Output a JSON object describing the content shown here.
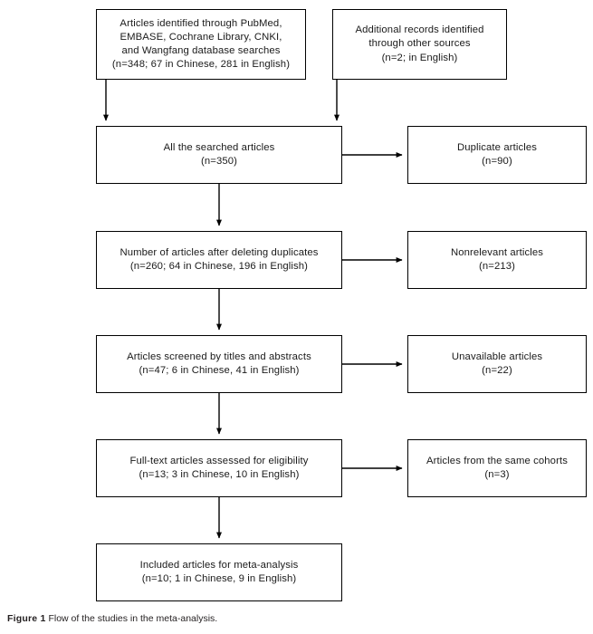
{
  "figure": {
    "caption_label": "Figure 1",
    "caption_text": "Flow of the studies in the meta-analysis.",
    "line_color": "#000000",
    "background_color": "#ffffff",
    "text_color": "#1a1a1a"
  },
  "chart_data": {
    "type": "diagram",
    "title": "Flow of the studies in the meta-analysis.",
    "diagram_kind": "PRISMA flow diagram",
    "nodes": [
      {
        "id": "identified-databases",
        "column": "main",
        "stage": 1,
        "text": "Articles identified through PubMed,\nEMBASE, Cochrane Library, CNKI,\nand Wangfang database searches\n(n=348; 67 in Chinese, 281 in English)",
        "n": 348,
        "breakdown": {
          "Chinese": 67,
          "English": 281
        }
      },
      {
        "id": "identified-other-sources",
        "column": "top-right",
        "stage": 1,
        "text": "Additional records identified\nthrough other sources\n(n=2; in English)",
        "n": 2,
        "breakdown": {
          "English": 2
        }
      },
      {
        "id": "all-searched",
        "column": "main",
        "stage": 2,
        "text": "All the searched articles\n(n=350)",
        "n": 350
      },
      {
        "id": "duplicates-removed",
        "column": "right",
        "stage": 2,
        "text": "Duplicate articles\n(n=90)",
        "n": 90
      },
      {
        "id": "after-deleting-duplicates",
        "column": "main",
        "stage": 3,
        "text": "Number of articles after deleting duplicates\n(n=260; 64 in Chinese, 196 in English)",
        "n": 260,
        "breakdown": {
          "Chinese": 64,
          "English": 196
        }
      },
      {
        "id": "nonrelevant",
        "column": "right",
        "stage": 3,
        "text": "Nonrelevant articles\n(n=213)",
        "n": 213
      },
      {
        "id": "screened-titles-abstracts",
        "column": "main",
        "stage": 4,
        "text": "Articles screened by titles and abstracts\n(n=47; 6 in Chinese, 41 in English)",
        "n": 47,
        "breakdown": {
          "Chinese": 6,
          "English": 41
        }
      },
      {
        "id": "unavailable",
        "column": "right",
        "stage": 4,
        "text": "Unavailable articles\n(n=22)",
        "n": 22
      },
      {
        "id": "fulltext-eligibility",
        "column": "main",
        "stage": 5,
        "text": "Full-text articles assessed for eligibility\n(n=13; 3 in Chinese, 10 in English)",
        "n": 13,
        "breakdown": {
          "Chinese": 3,
          "English": 10
        }
      },
      {
        "id": "same-cohorts",
        "column": "right",
        "stage": 5,
        "text": "Articles from the same cohorts\n(n=3)",
        "n": 3
      },
      {
        "id": "included-meta-analysis",
        "column": "main",
        "stage": 6,
        "text": "Included articles for meta-analysis\n(n=10; 1 in Chinese, 9 in English)",
        "n": 10,
        "breakdown": {
          "Chinese": 1,
          "English": 9
        }
      }
    ],
    "edges": [
      {
        "from": "identified-databases",
        "to": "all-searched",
        "direction": "down"
      },
      {
        "from": "identified-other-sources",
        "to": "all-searched",
        "direction": "down"
      },
      {
        "from": "all-searched",
        "to": "duplicates-removed",
        "direction": "right"
      },
      {
        "from": "all-searched",
        "to": "after-deleting-duplicates",
        "direction": "down"
      },
      {
        "from": "after-deleting-duplicates",
        "to": "nonrelevant",
        "direction": "right"
      },
      {
        "from": "after-deleting-duplicates",
        "to": "screened-titles-abstracts",
        "direction": "down"
      },
      {
        "from": "screened-titles-abstracts",
        "to": "unavailable",
        "direction": "right"
      },
      {
        "from": "screened-titles-abstracts",
        "to": "fulltext-eligibility",
        "direction": "down"
      },
      {
        "from": "fulltext-eligibility",
        "to": "same-cohorts",
        "direction": "right"
      },
      {
        "from": "fulltext-eligibility",
        "to": "included-meta-analysis",
        "direction": "down"
      }
    ]
  }
}
